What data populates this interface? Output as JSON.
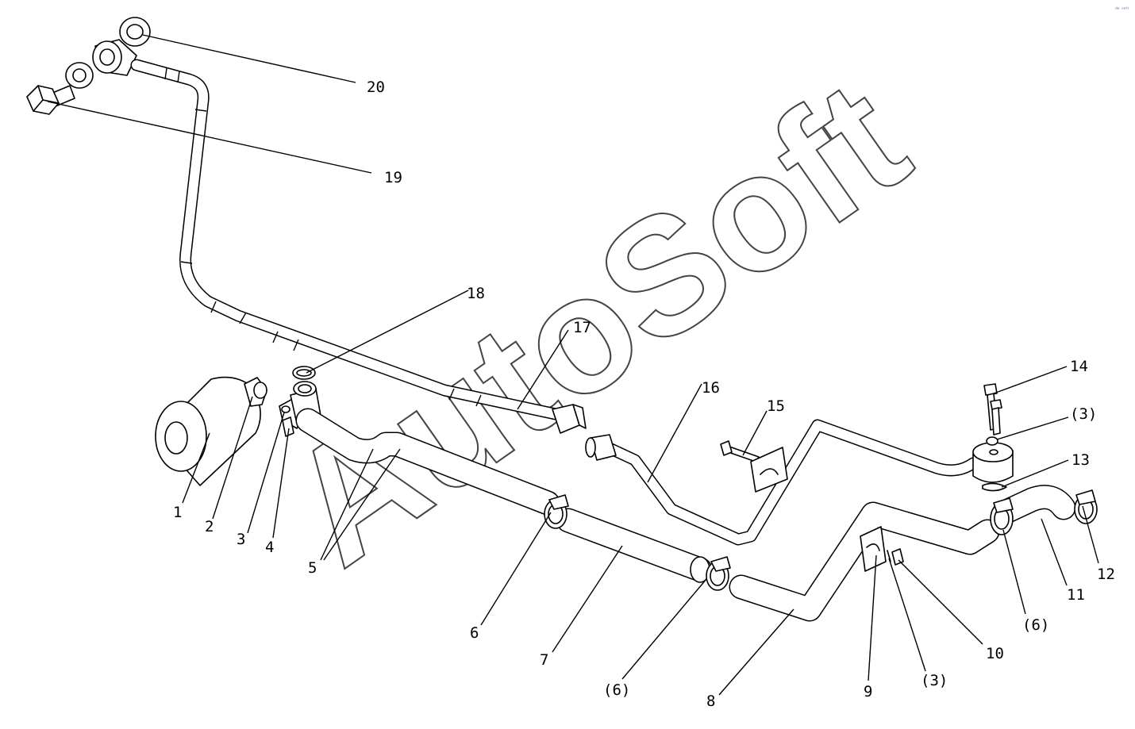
{
  "watermark": {
    "text": "AutoSoft"
  },
  "corner_mark": "ᵈᵉ ˢᵒᶠᵗ",
  "callouts": {
    "c1": "1",
    "c2": "2",
    "c3": "3",
    "c4": "4",
    "c5": "5",
    "c6": "6",
    "c7": "7",
    "c8": "8",
    "c9": "9",
    "c10": "10",
    "c11": "11",
    "c12": "12",
    "c13": "13",
    "c14": "14",
    "c15": "15",
    "c16": "16",
    "c17": "17",
    "c18": "18",
    "c19": "19",
    "c20": "20",
    "c6a": "(6)",
    "c6b": "(6)",
    "c3a": "(3)",
    "c3b": "(3)"
  },
  "colors": {
    "line": "#000000",
    "background": "#ffffff",
    "corner_mark": "#3a5fd8"
  }
}
